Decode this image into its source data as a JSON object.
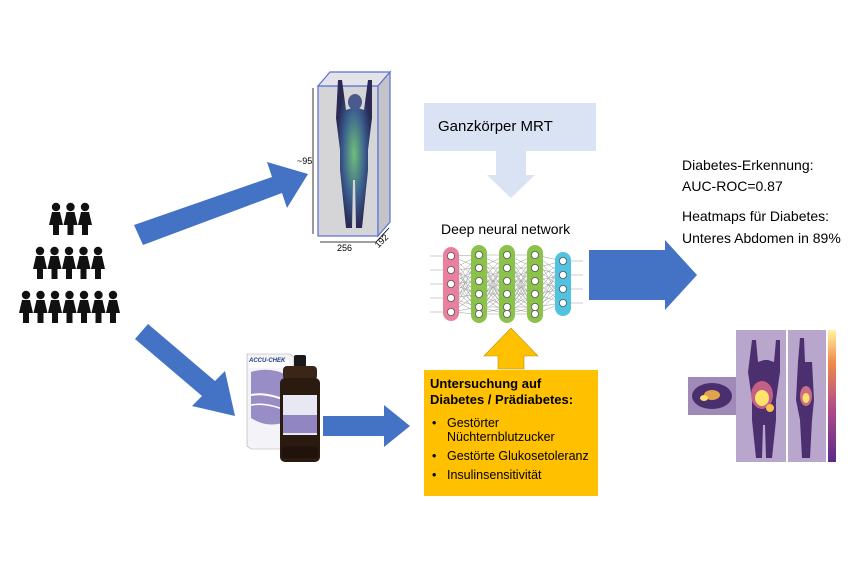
{
  "mri": {
    "label": "Ganzkörper MRT",
    "dim_height": "~95",
    "dim_width": "256",
    "dim_depth": "192"
  },
  "network": {
    "title": "Deep neural network"
  },
  "results": {
    "detection_title": "Diabetes-Erkennung:",
    "detection_value": "AUC-ROC=0.87",
    "heatmap_title": "Heatmaps für Diabetes:",
    "heatmap_value": "Unteres Abdomen in 89%"
  },
  "exam": {
    "title_line1": "Untersuchung auf",
    "title_line2": "Diabetes / Prädiabetes:",
    "items": [
      "Gestörter Nüchternblutzucker",
      "Gestörte Glukosetoleranz",
      "Insulinsensitivität"
    ]
  },
  "product": {
    "brand": "ACCU-CHEK"
  },
  "colors": {
    "arrow_blue": "#4472c4",
    "arrow_light": "#dae3f3",
    "exam_yellow": "#ffc000",
    "node_pink": "#e9809f",
    "node_green": "#8bc34a",
    "node_cyan": "#4fc3e0"
  }
}
